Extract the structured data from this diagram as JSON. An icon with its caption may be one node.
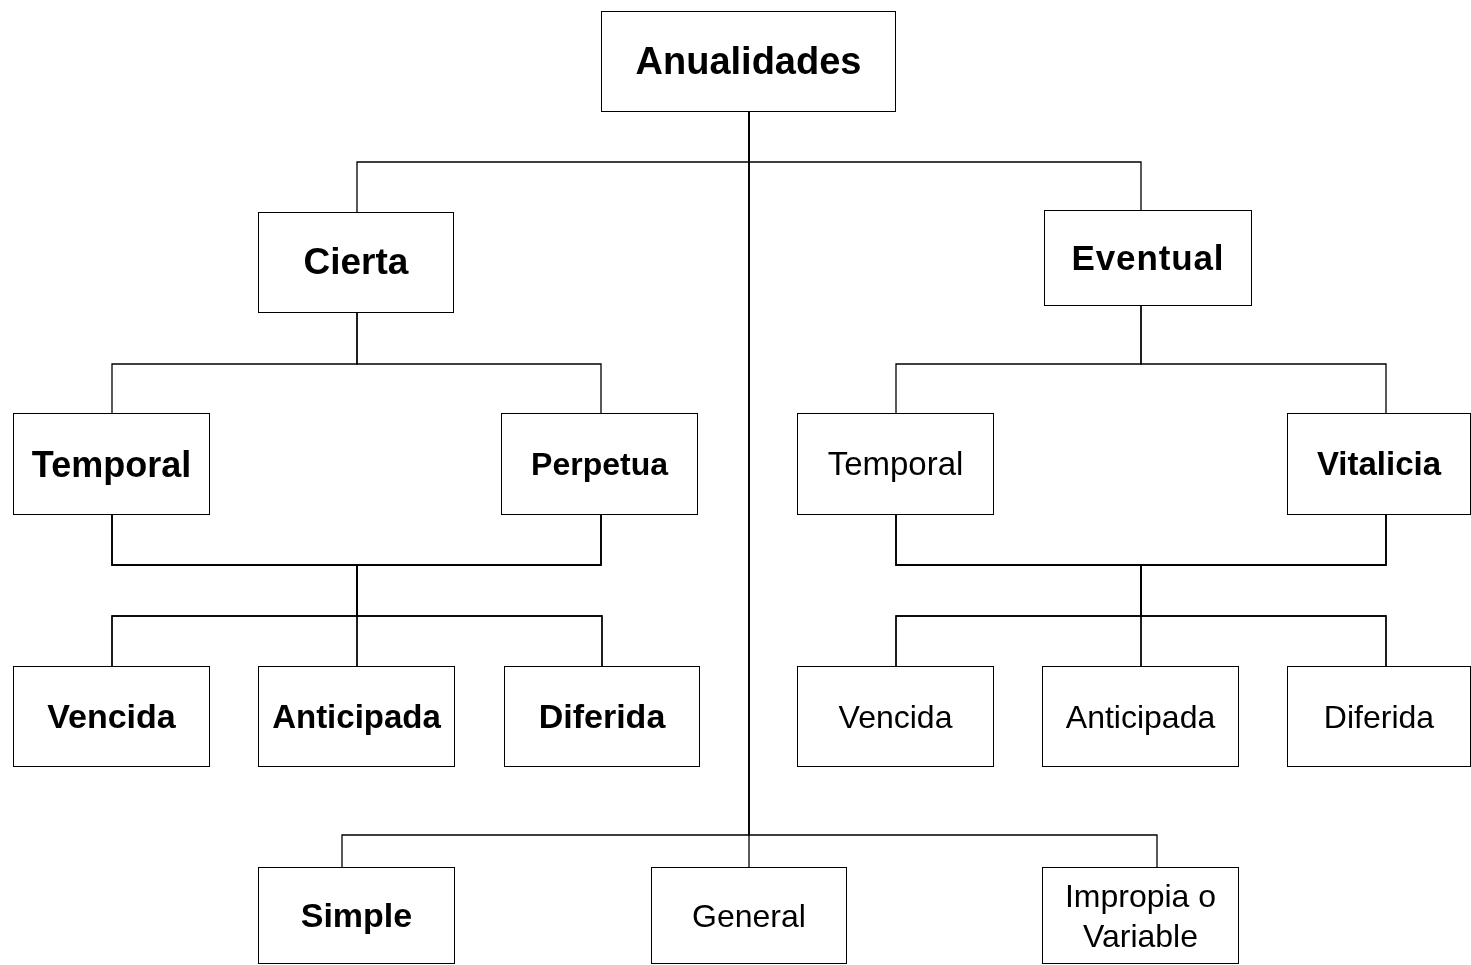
{
  "diagram": {
    "nodes": [
      {
        "text": [
          "Anualidades"
        ]
      },
      {
        "text": [
          "Cierta"
        ]
      },
      {
        "text": [
          "Eventual"
        ]
      },
      {
        "text": [
          "Temporal"
        ]
      },
      {
        "text": [
          "Perpetua"
        ]
      },
      {
        "text": [
          "Temporal"
        ]
      },
      {
        "text": [
          "Vitalicia"
        ]
      },
      {
        "text": [
          "Vencida"
        ]
      },
      {
        "text": [
          "Anticipada"
        ]
      },
      {
        "text": [
          "Diferida"
        ]
      },
      {
        "text": [
          "Vencida"
        ]
      },
      {
        "text": [
          "Anticipada"
        ]
      },
      {
        "text": [
          "Diferida"
        ]
      },
      {
        "text": [
          "Simple"
        ]
      },
      {
        "text": [
          "General"
        ]
      },
      {
        "text": [
          "Impropia o Variable"
        ]
      }
    ],
    "edges": [
      {
        "from": 0,
        "to": 1,
        "arrow": "none"
      },
      {
        "from": 0,
        "to": 2,
        "arrow": "none"
      },
      {
        "from": 0,
        "to": 13,
        "arrow": "none"
      },
      {
        "from": 0,
        "to": 14,
        "arrow": "none"
      },
      {
        "from": 0,
        "to": 15,
        "arrow": "none"
      },
      {
        "from": 1,
        "to": 3,
        "arrow": "none"
      },
      {
        "from": 1,
        "to": 4,
        "arrow": "none"
      },
      {
        "from": 2,
        "to": 5,
        "arrow": "none"
      },
      {
        "from": 2,
        "to": 6,
        "arrow": "none"
      },
      {
        "from": 3,
        "to": 7,
        "arrow": "none"
      },
      {
        "from": 3,
        "to": 8,
        "arrow": "none"
      },
      {
        "from": 3,
        "to": 9,
        "arrow": "none"
      },
      {
        "from": 4,
        "to": 7,
        "arrow": "none"
      },
      {
        "from": 4,
        "to": 8,
        "arrow": "none"
      },
      {
        "from": 4,
        "to": 9,
        "arrow": "none"
      },
      {
        "from": 5,
        "to": 10,
        "arrow": "none"
      },
      {
        "from": 5,
        "to": 11,
        "arrow": "none"
      },
      {
        "from": 5,
        "to": 12,
        "arrow": "none"
      },
      {
        "from": 6,
        "to": 10,
        "arrow": "none"
      },
      {
        "from": 6,
        "to": 11,
        "arrow": "none"
      },
      {
        "from": 6,
        "to": 12,
        "arrow": "none"
      }
    ]
  }
}
